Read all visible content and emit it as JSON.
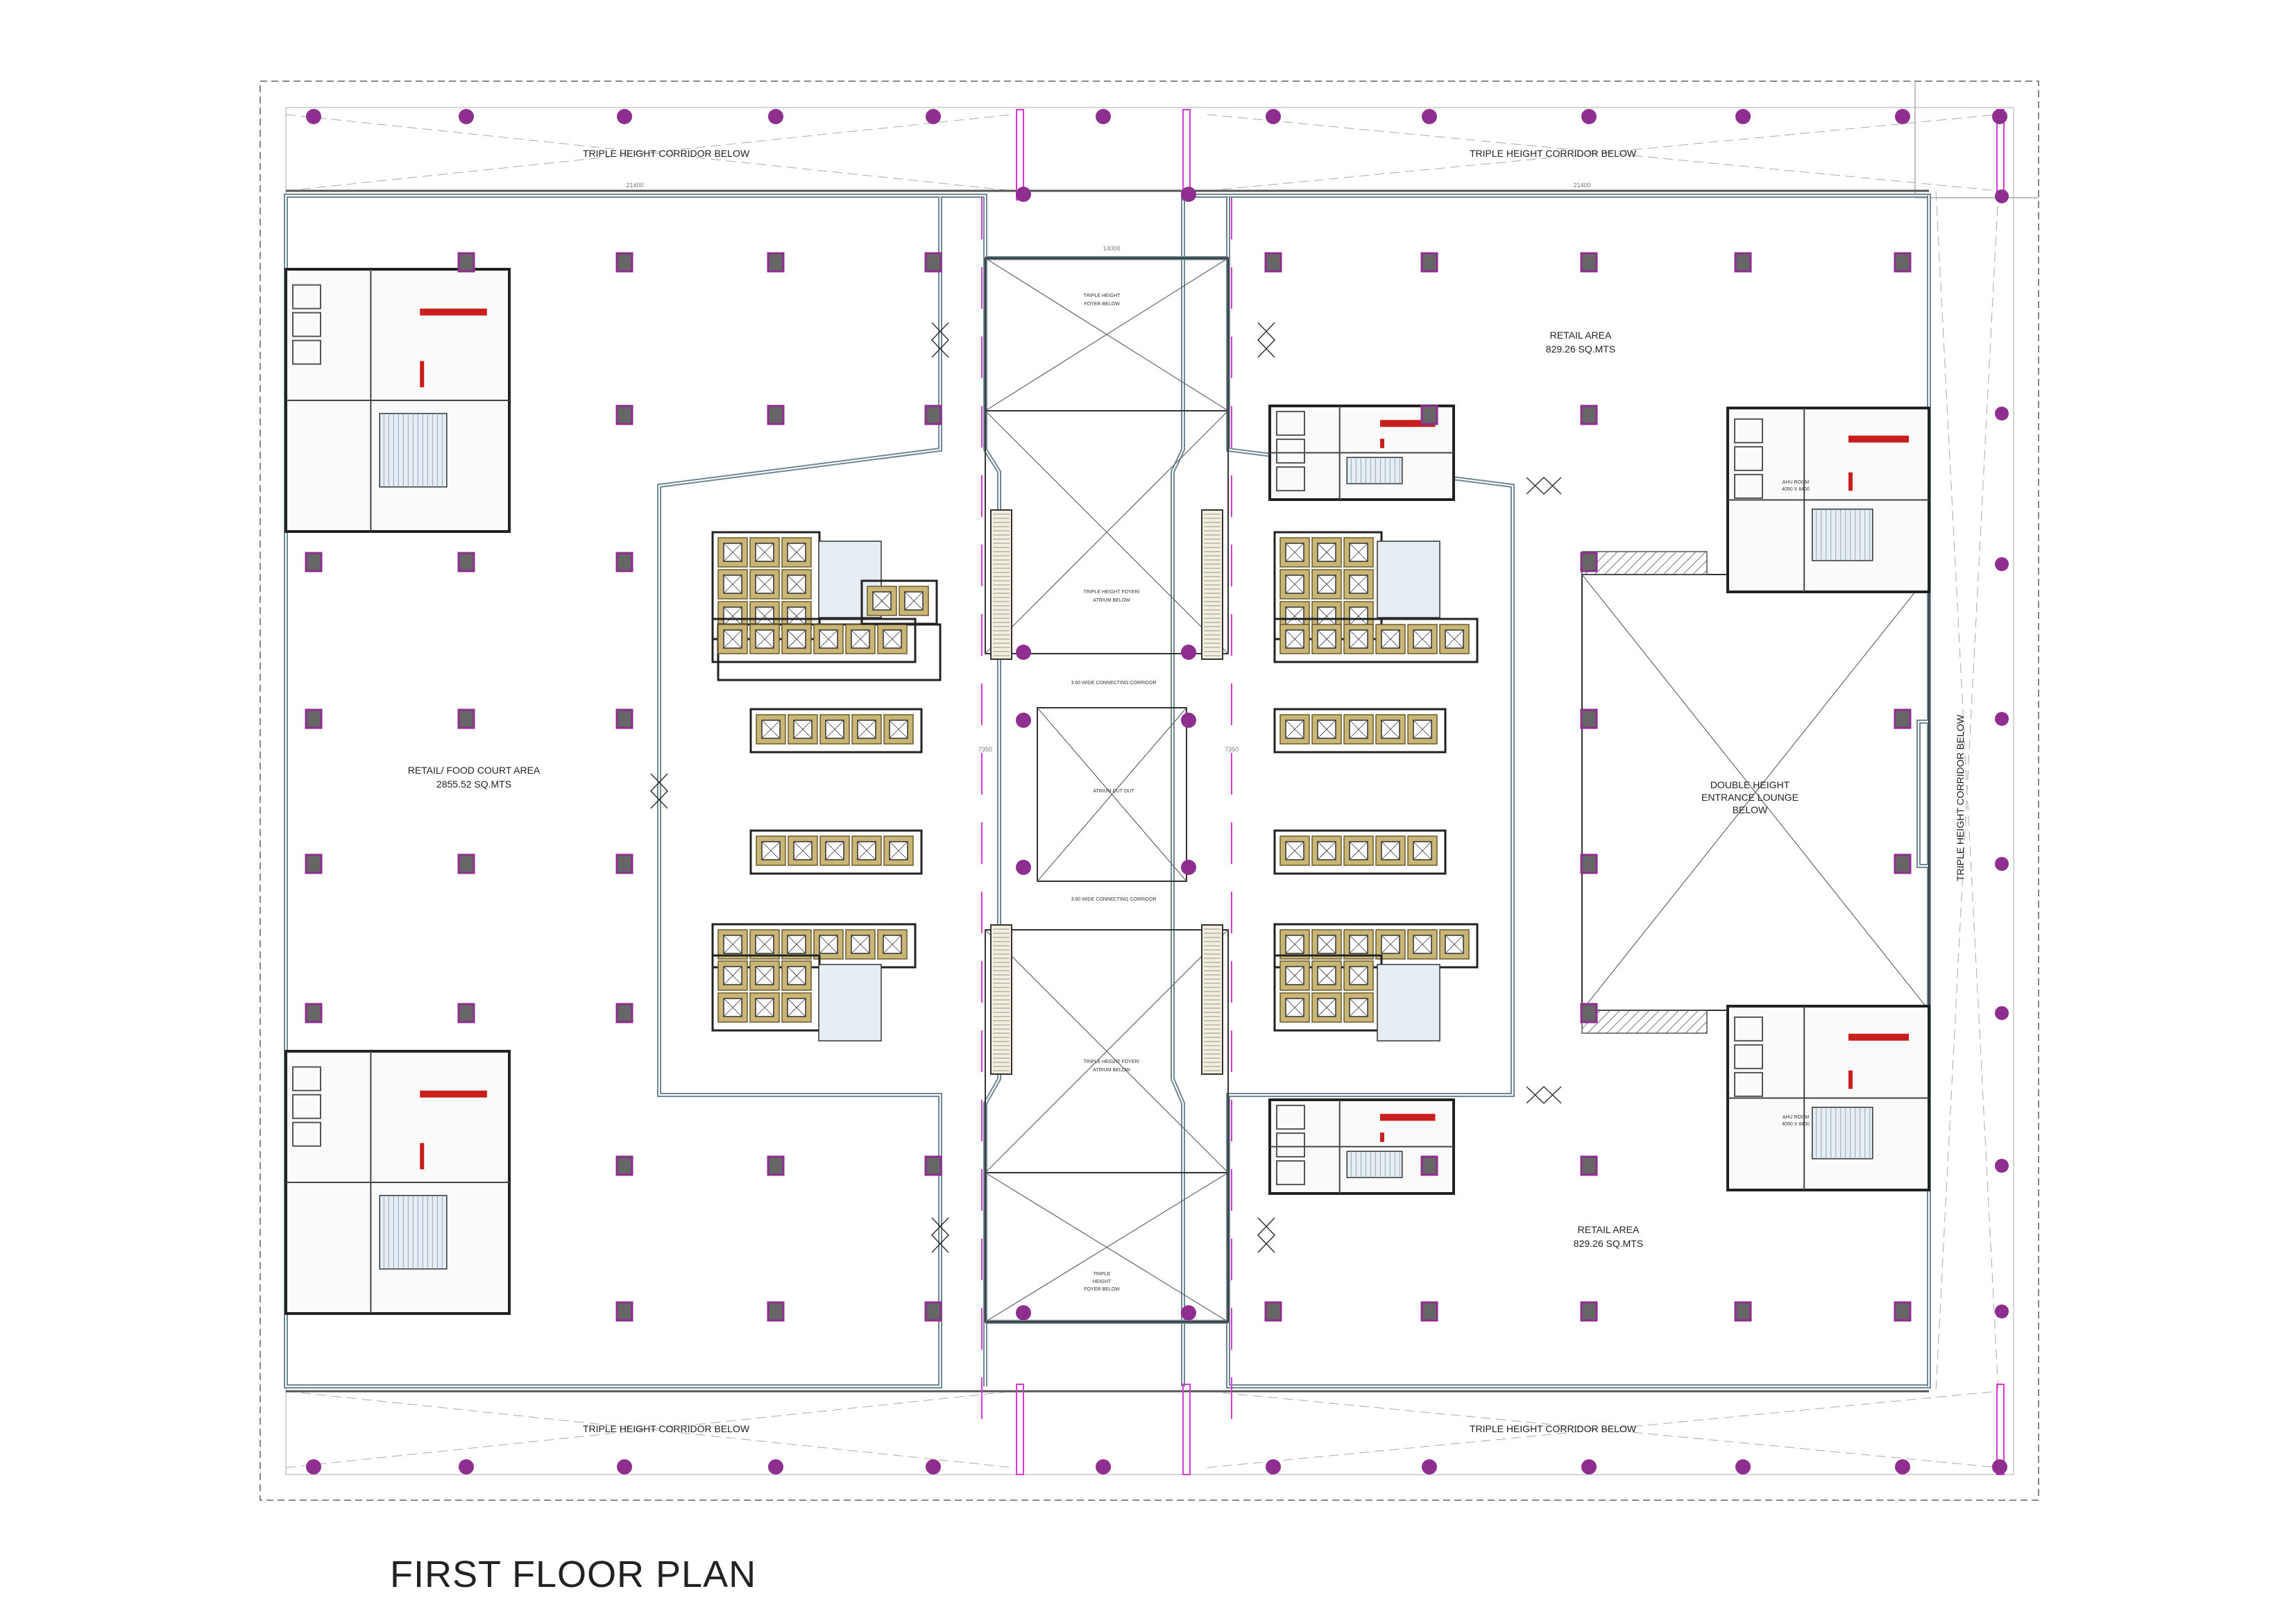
{
  "title": "FIRST FLOOR PLAN",
  "colors": {
    "wall": "#6e8793",
    "column_magenta": "#8e2e8e",
    "column_grey": "#666666",
    "pink_line": "#d23cd2",
    "core_fill": "#c9b676",
    "lift_box": "#555555",
    "red_accent": "#c81e1e"
  },
  "labels": {
    "corridor_top_left": "TRIPLE HEIGHT CORRIDOR  BELOW",
    "corridor_top_right": "TRIPLE HEIGHT CORRIDOR  BELOW",
    "corridor_bottom_left": "TRIPLE HEIGHT CORRIDOR  BELOW",
    "corridor_bottom_right": "TRIPLE HEIGHT CORRIDOR  BELOW",
    "corridor_right_vertical": "TRIPLE HEIGHT CORRIDOR  BELOW",
    "foyer_top_l1": "TRIPLE HEIGHT",
    "foyer_top_l2": "FOYER BELOW",
    "atrium_top_l1": "TRIPLE HEIGHT FOYER/",
    "atrium_top_l2": "ATRIUM BELOW",
    "connecting_top": "3.60 WIDE CONNECTING CORRIDOR",
    "atrium_cutout": "ATRIUM CUT OUT",
    "connecting_bottom": "3.60 WIDE CONNECTING CORRIDOR",
    "atrium_bottom_l1": "TRIPLE HEIGHT FOYER/",
    "atrium_bottom_l2": "ATRIUM BELOW",
    "foyer_bottom_l1": "TRIPLE",
    "foyer_bottom_l2": "HEIGHT",
    "foyer_bottom_l3": "FOYER BELOW",
    "food_court_l1": "RETAIL/ FOOD COURT AREA",
    "food_court_l2": "2855.52 SQ.MTS",
    "retail_top_l1": "RETAIL AREA",
    "retail_top_l2": "829.26 SQ.MTS",
    "retail_bottom_l1": "RETAIL AREA",
    "retail_bottom_l2": "829.26 SQ.MTS",
    "lounge_l1": "DOUBLE HEIGHT",
    "lounge_l2": "ENTRANCE LOUNGE",
    "lounge_l3": "BELOW",
    "ahu_top_l1": "AHU ROOM",
    "ahu_top_l2": "4050 X 8400",
    "ahu_bottom_l1": "AHU ROOM",
    "ahu_bottom_l2": "4050 X 8400",
    "dim_top_left": "21400",
    "dim_top_right": "21400",
    "dim_foyer": "14000",
    "dim_left_atrium": "7350",
    "dim_right_atrium": "7350"
  }
}
